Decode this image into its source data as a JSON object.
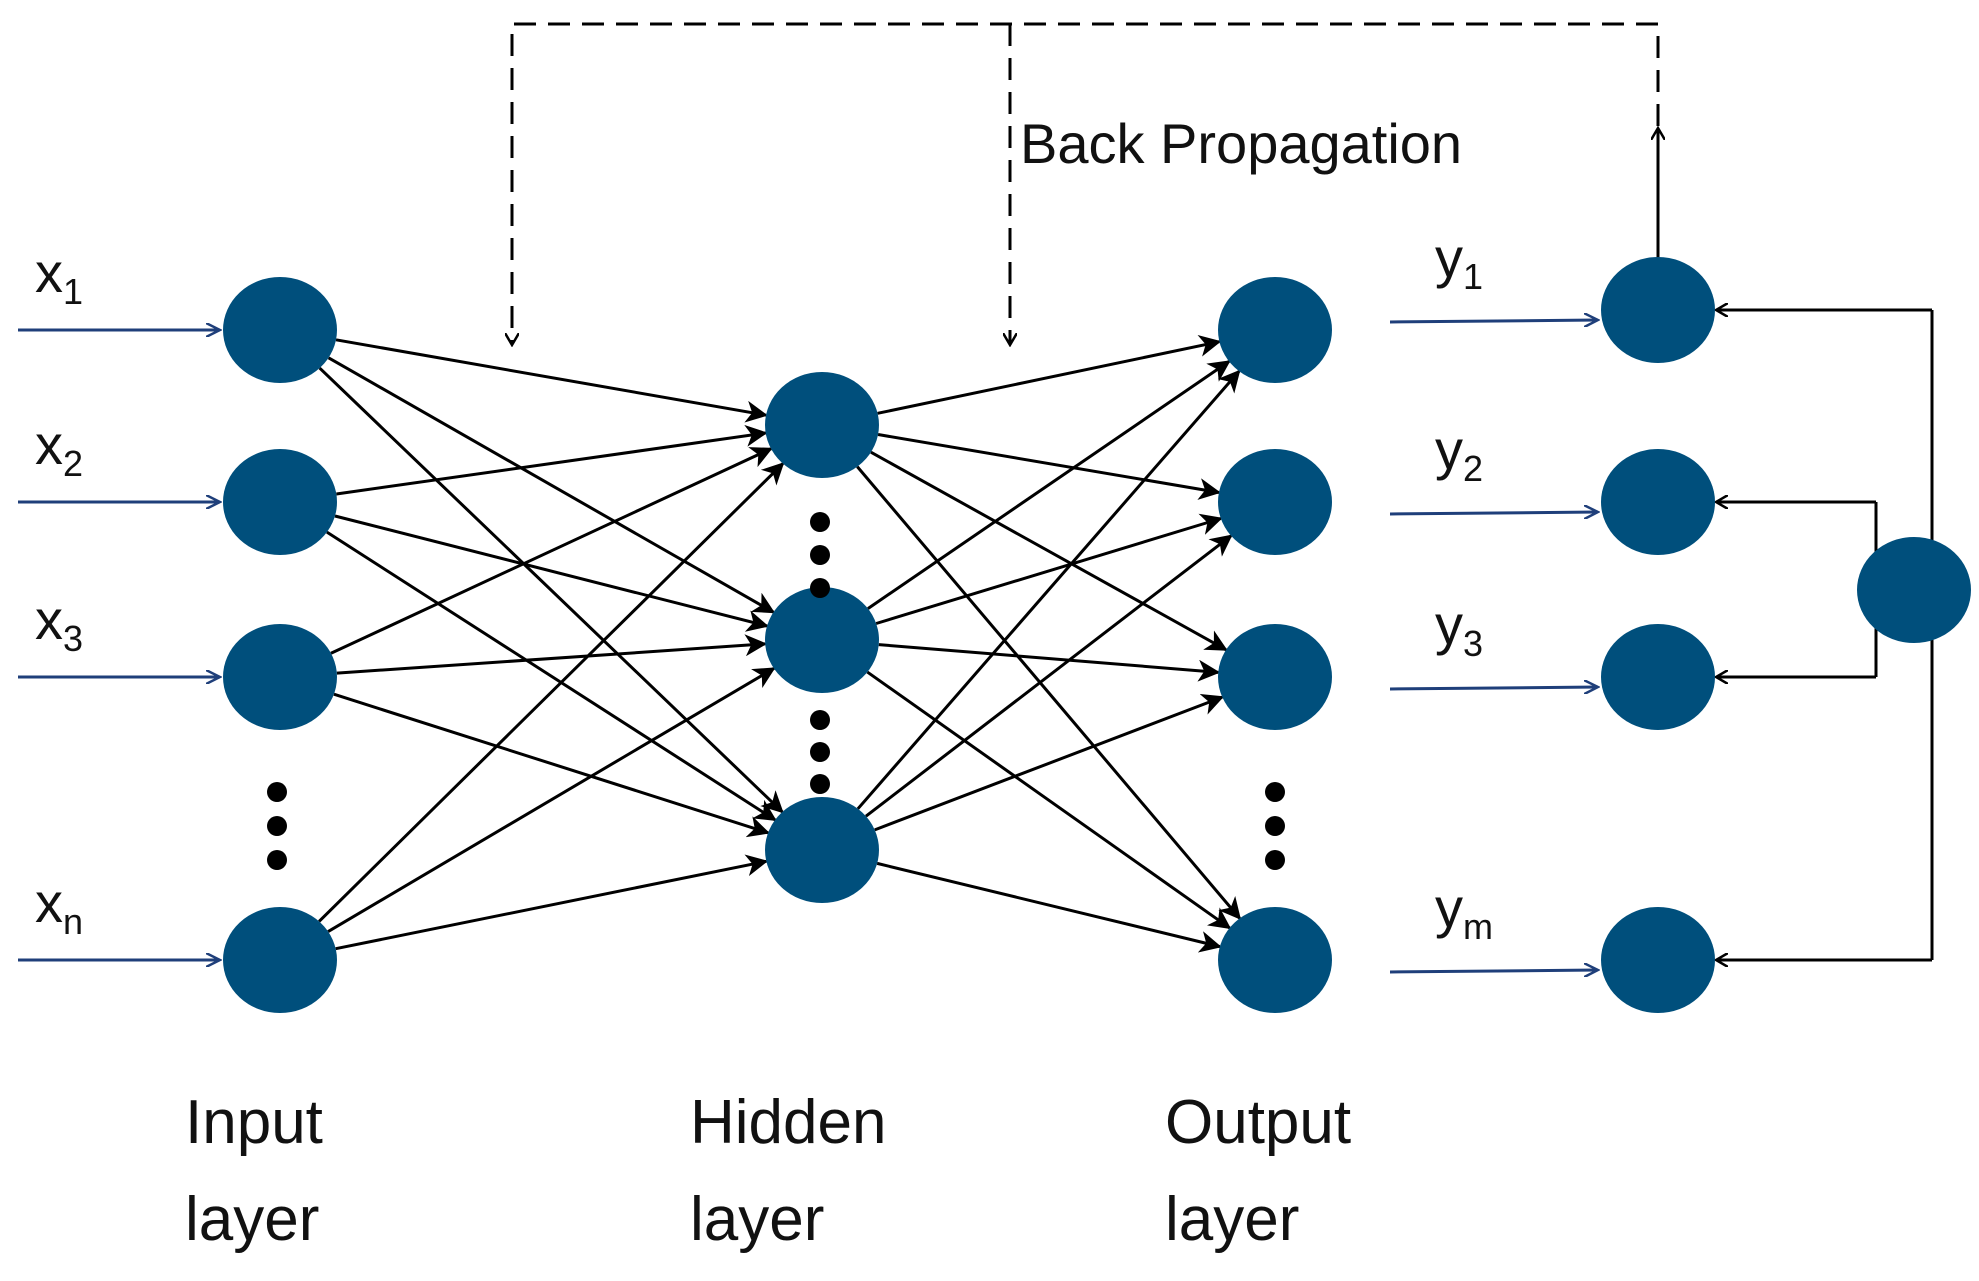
{
  "colors": {
    "node": "#004f7c",
    "input_arrow": "#1f3f7a",
    "edge": "#000000"
  },
  "inputs": [
    {
      "base": "x",
      "sub": "1"
    },
    {
      "base": "x",
      "sub": "2"
    },
    {
      "base": "x",
      "sub": "3"
    },
    {
      "base": "x",
      "sub": "n"
    }
  ],
  "outputs": [
    {
      "base": "y",
      "sub": "1"
    },
    {
      "base": "y",
      "sub": "2"
    },
    {
      "base": "y",
      "sub": "3"
    },
    {
      "base": "y",
      "sub": "m"
    }
  ],
  "backprop_label": "Back Propagation",
  "layers": {
    "input": {
      "line1": "Input",
      "line2": "layer"
    },
    "hidden": {
      "line1": "Hidden",
      "line2": "layer"
    },
    "output": {
      "line1": "Output",
      "line2": "layer"
    }
  }
}
